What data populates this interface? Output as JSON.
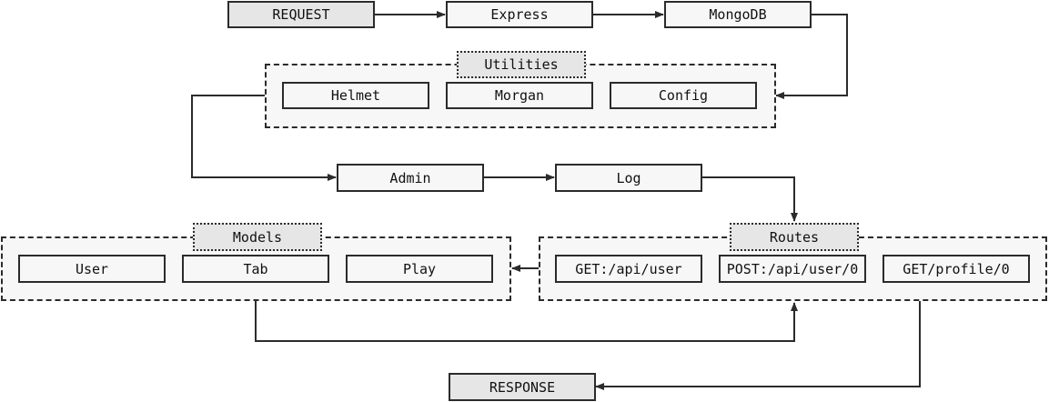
{
  "flow": {
    "request": "REQUEST",
    "express": "Express",
    "mongodb": "MongoDB",
    "admin": "Admin",
    "log": "Log",
    "response": "RESPONSE"
  },
  "utilities": {
    "title": "Utilities",
    "items": [
      "Helmet",
      "Morgan",
      "Config"
    ]
  },
  "models": {
    "title": "Models",
    "items": [
      "User",
      "Tab",
      "Play"
    ]
  },
  "routes": {
    "title": "Routes",
    "items": [
      "GET:/api/user",
      "POST:/api/user/0",
      "GET/profile/0"
    ]
  }
}
